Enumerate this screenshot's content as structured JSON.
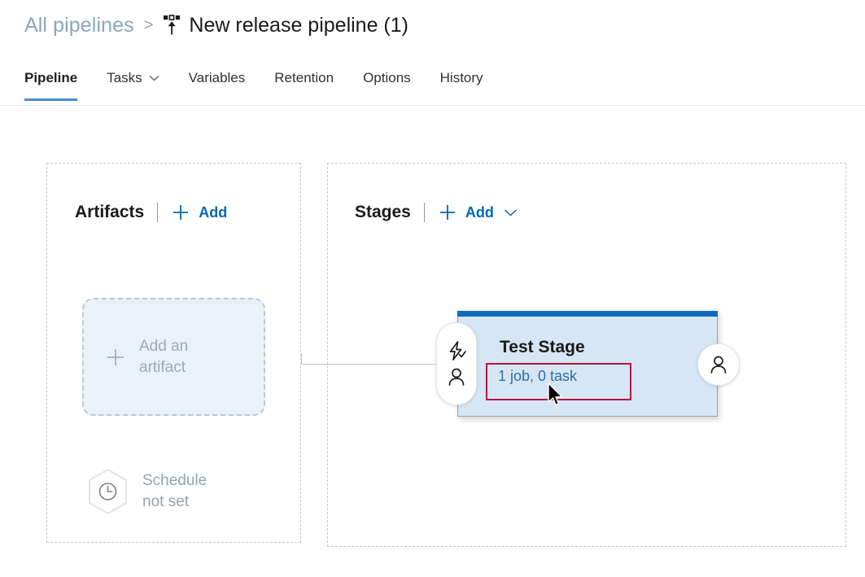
{
  "breadcrumb": {
    "root_label": "All pipelines",
    "separator": ">",
    "icon": "release-pipeline-icon",
    "current_label": "New release pipeline (1)"
  },
  "tabs": [
    {
      "label": "Pipeline",
      "active": true,
      "has_chevron": false,
      "name": "tab-pipeline"
    },
    {
      "label": "Tasks",
      "active": false,
      "has_chevron": true,
      "name": "tab-tasks"
    },
    {
      "label": "Variables",
      "active": false,
      "has_chevron": false,
      "name": "tab-variables"
    },
    {
      "label": "Retention",
      "active": false,
      "has_chevron": false,
      "name": "tab-retention"
    },
    {
      "label": "Options",
      "active": false,
      "has_chevron": false,
      "name": "tab-options"
    },
    {
      "label": "History",
      "active": false,
      "has_chevron": false,
      "name": "tab-history"
    }
  ],
  "artifacts": {
    "title": "Artifacts",
    "add_label": "Add",
    "add_icon": "plus-icon",
    "drop_zone": {
      "label": "Add an\nartifact",
      "icon": "plus-icon"
    },
    "schedule": {
      "label": "Schedule\nnot set",
      "icon": "clock-icon"
    }
  },
  "stages": {
    "title": "Stages",
    "add_label": "Add",
    "add_icon": "plus-icon",
    "add_chevron_icon": "chevron-down-icon",
    "stage_card": {
      "name": "Test Stage",
      "jobs_label": "1 job, 0 task",
      "pre_deployment_icons": [
        "lightning-check-icon",
        "person-icon"
      ],
      "post_deployment_icons": [
        "person-icon"
      ],
      "highlighted": true
    }
  },
  "colors": {
    "accent_blue": "#0067b8",
    "stage_bar_blue": "#0f6cbd",
    "stage_body_blue": "#d6e6f5",
    "link_blue": "#2f6fa8",
    "highlight_red": "#b5173f",
    "muted_gray": "#a0a8b0",
    "tab_underline": "#4a8fd1"
  }
}
